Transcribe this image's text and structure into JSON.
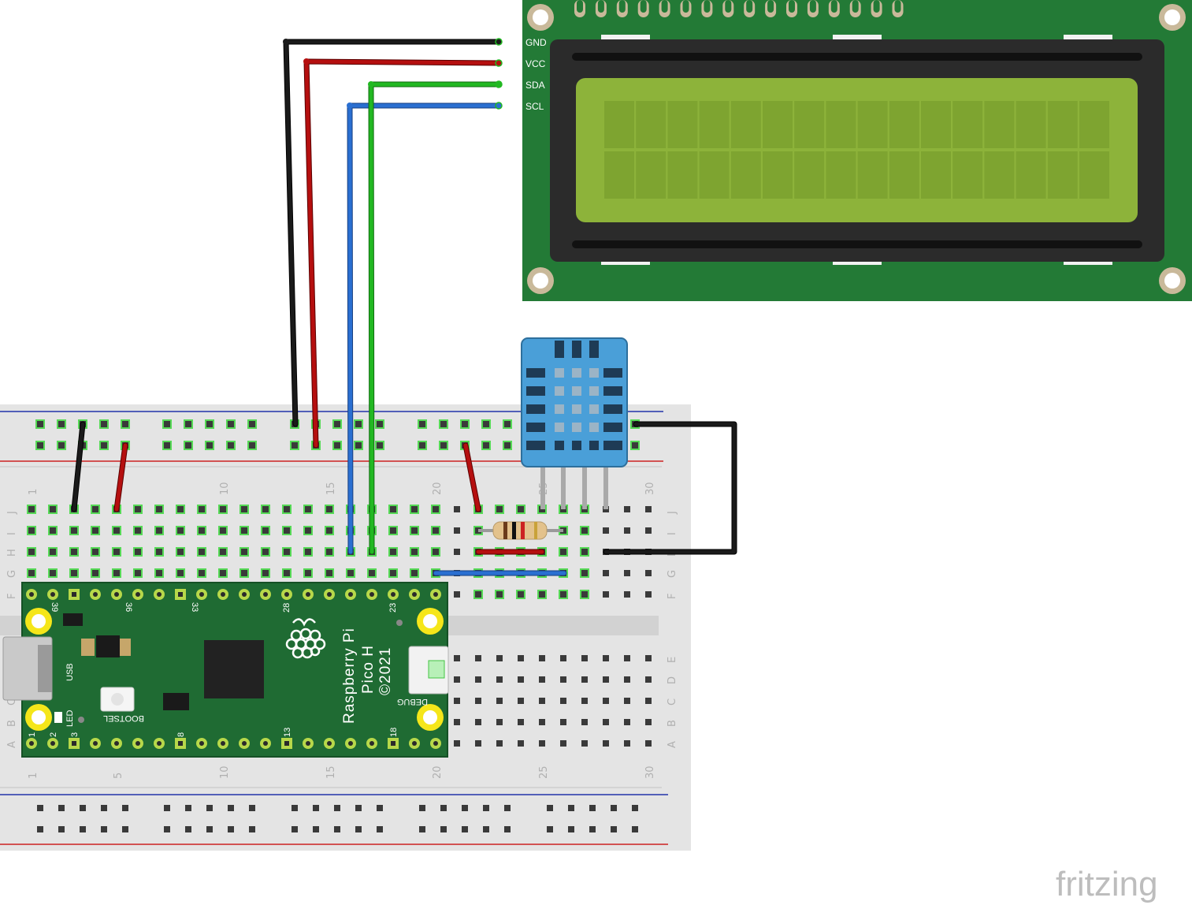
{
  "lcd": {
    "pins": [
      "GND",
      "VCC",
      "SDA",
      "SCL"
    ],
    "char_rows": 2,
    "char_cols": 16
  },
  "breadboard": {
    "column_numbers": [
      "1",
      "5",
      "10",
      "15",
      "20",
      "25",
      "30"
    ],
    "top_rows": [
      "J",
      "I",
      "H",
      "G",
      "F"
    ],
    "bottom_rows": [
      "E",
      "D",
      "C",
      "B",
      "A"
    ]
  },
  "pico": {
    "name_line1": "Raspberry Pi",
    "name_line2": "Pico H",
    "name_line3": "©2021",
    "usb_label": "USB",
    "bootsel_label": "BOOTSEL",
    "led_label": "LED",
    "debug_label": "DEBUG",
    "pin_numbers_top": [
      "39",
      "36",
      "33",
      "28",
      "23"
    ],
    "pin_numbers_bottom": [
      "1",
      "2",
      "3",
      "8",
      "13",
      "18"
    ]
  },
  "brand": {
    "logo": "fritzing"
  },
  "colors": {
    "wire_black": "#1a1a1a",
    "wire_red": "#b50f0f",
    "wire_green": "#22b822",
    "wire_blue": "#2a6fd1",
    "lcd_pcb": "#237a36",
    "lcd_screen": "#8db33a",
    "dht_body": "#4a9fd8",
    "pico_pcb": "#1f6b33",
    "breadboard": "#e4e4e4"
  }
}
